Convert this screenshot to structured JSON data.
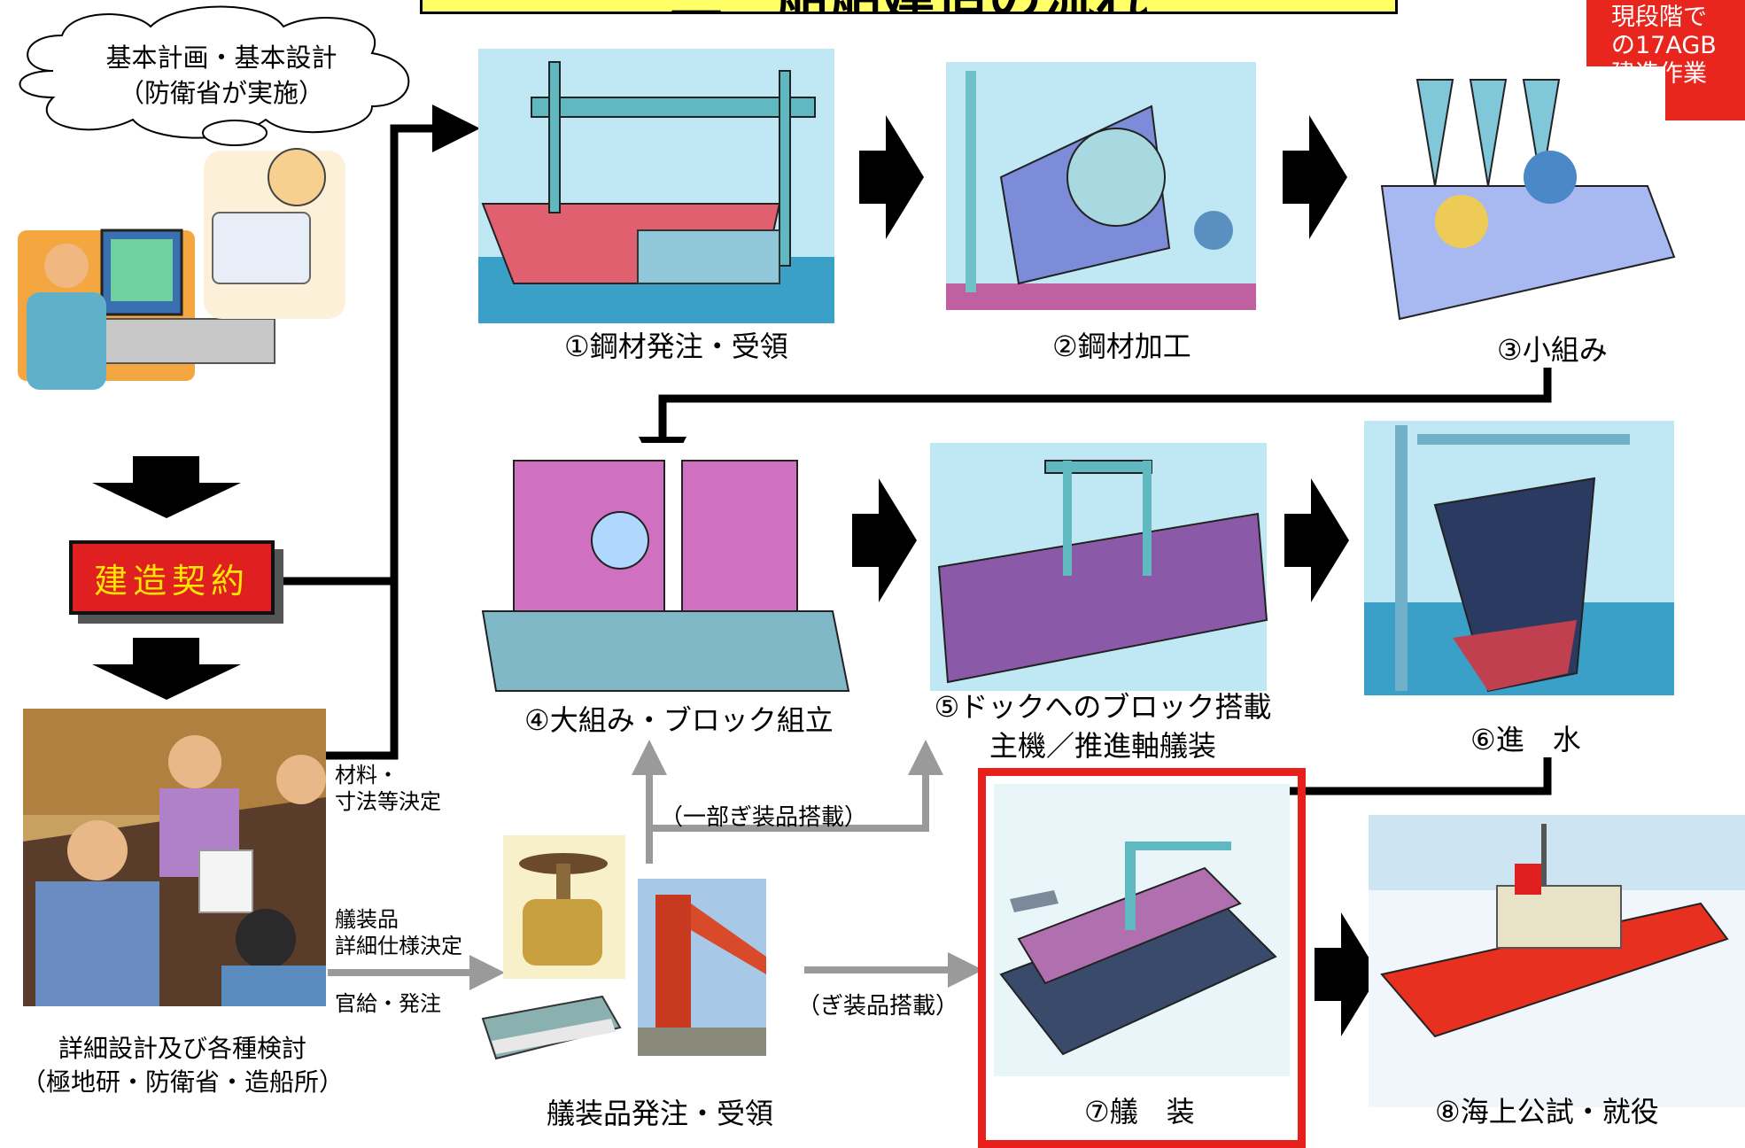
{
  "title": "二　船舶建造の流れ",
  "note": {
    "lines": [
      "現段階で",
      "の17AGB",
      "建造作業"
    ]
  },
  "design": {
    "line1": "基本計画・基本設計",
    "line2": "（防衛省が実施）"
  },
  "contract": "建造契約",
  "detail": {
    "line1": "詳細設計及び各種検討",
    "line2": "（極地研・防衛省・造船所）"
  },
  "side_labels": {
    "materials_1": "材料・",
    "materials_2": "寸法等決定",
    "fittings_1": "艤装品",
    "fittings_2": "詳細仕様決定",
    "order": "官給・発注"
  },
  "steps": {
    "s1": "①鋼材発注・受領",
    "s2": "②鋼材加工",
    "s3": "③小組み",
    "s4": "④大組み・ブロック組立",
    "s5_1": "⑤ドックへのブロック搭載",
    "s5_2": "主機／推進軸艤装",
    "s6": "⑥進　水",
    "s7": "⑦艤　装",
    "s8": "⑧海上公試・就役"
  },
  "fitting_order": "艤装品発注・受領",
  "partial_fitting": "（一部ぎ装品搭載）",
  "fitting_load": "（ぎ装品搭載）",
  "colors": {
    "highlight": "#e8201c",
    "title_bg": "#ffff66",
    "contract_bg": "#e02020",
    "contract_text": "#ffe600",
    "arrow_gray": "#9a9a9a"
  }
}
